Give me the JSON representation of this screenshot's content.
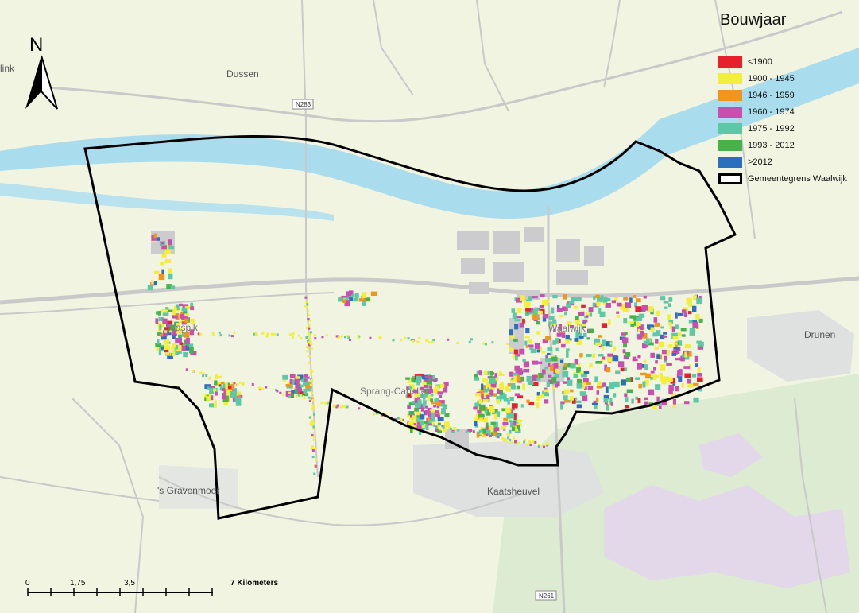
{
  "map": {
    "north_label": "N",
    "places": {
      "dussen": "Dussen",
      "waalwijk": "Waalwijk",
      "drunen": "Drunen",
      "sprang_capelle": "Sprang-Capelle",
      "kaatsheuvel": "Kaatsheuvel",
      "gravenmoer": "'s Gravenmoer",
      "waspik": "Waspik",
      "edge_left": "link"
    },
    "road_labels": {
      "top": "N283",
      "bottom": "N261"
    },
    "scalebar": {
      "ticks": [
        "0",
        "1,75",
        "3,5",
        "7 Kilometers"
      ]
    },
    "colors": {
      "land": "#f1f4e1",
      "water": "#a9dcec",
      "road": "#c7c7c7",
      "forest": "#d9ead0",
      "heath": "#e4d8ea",
      "industry": "#c9cbcf",
      "boundary": "#000000"
    }
  },
  "legend": {
    "title": "Bouwjaar",
    "items": [
      {
        "label": "<1900",
        "color": "#e8202b"
      },
      {
        "label": "1900 - 1945",
        "color": "#f2ee3a"
      },
      {
        "label": "1946 - 1959",
        "color": "#f0961e"
      },
      {
        "label": "1960 - 1974",
        "color": "#c94fae"
      },
      {
        "label": "1975 - 1992",
        "color": "#5cc8a6"
      },
      {
        "label": "1993 - 2012",
        "color": "#47b24a"
      },
      {
        "label": ">2012",
        "color": "#2c6fbf"
      }
    ],
    "boundary_label": "Gemeentegrens Waalwijk"
  }
}
